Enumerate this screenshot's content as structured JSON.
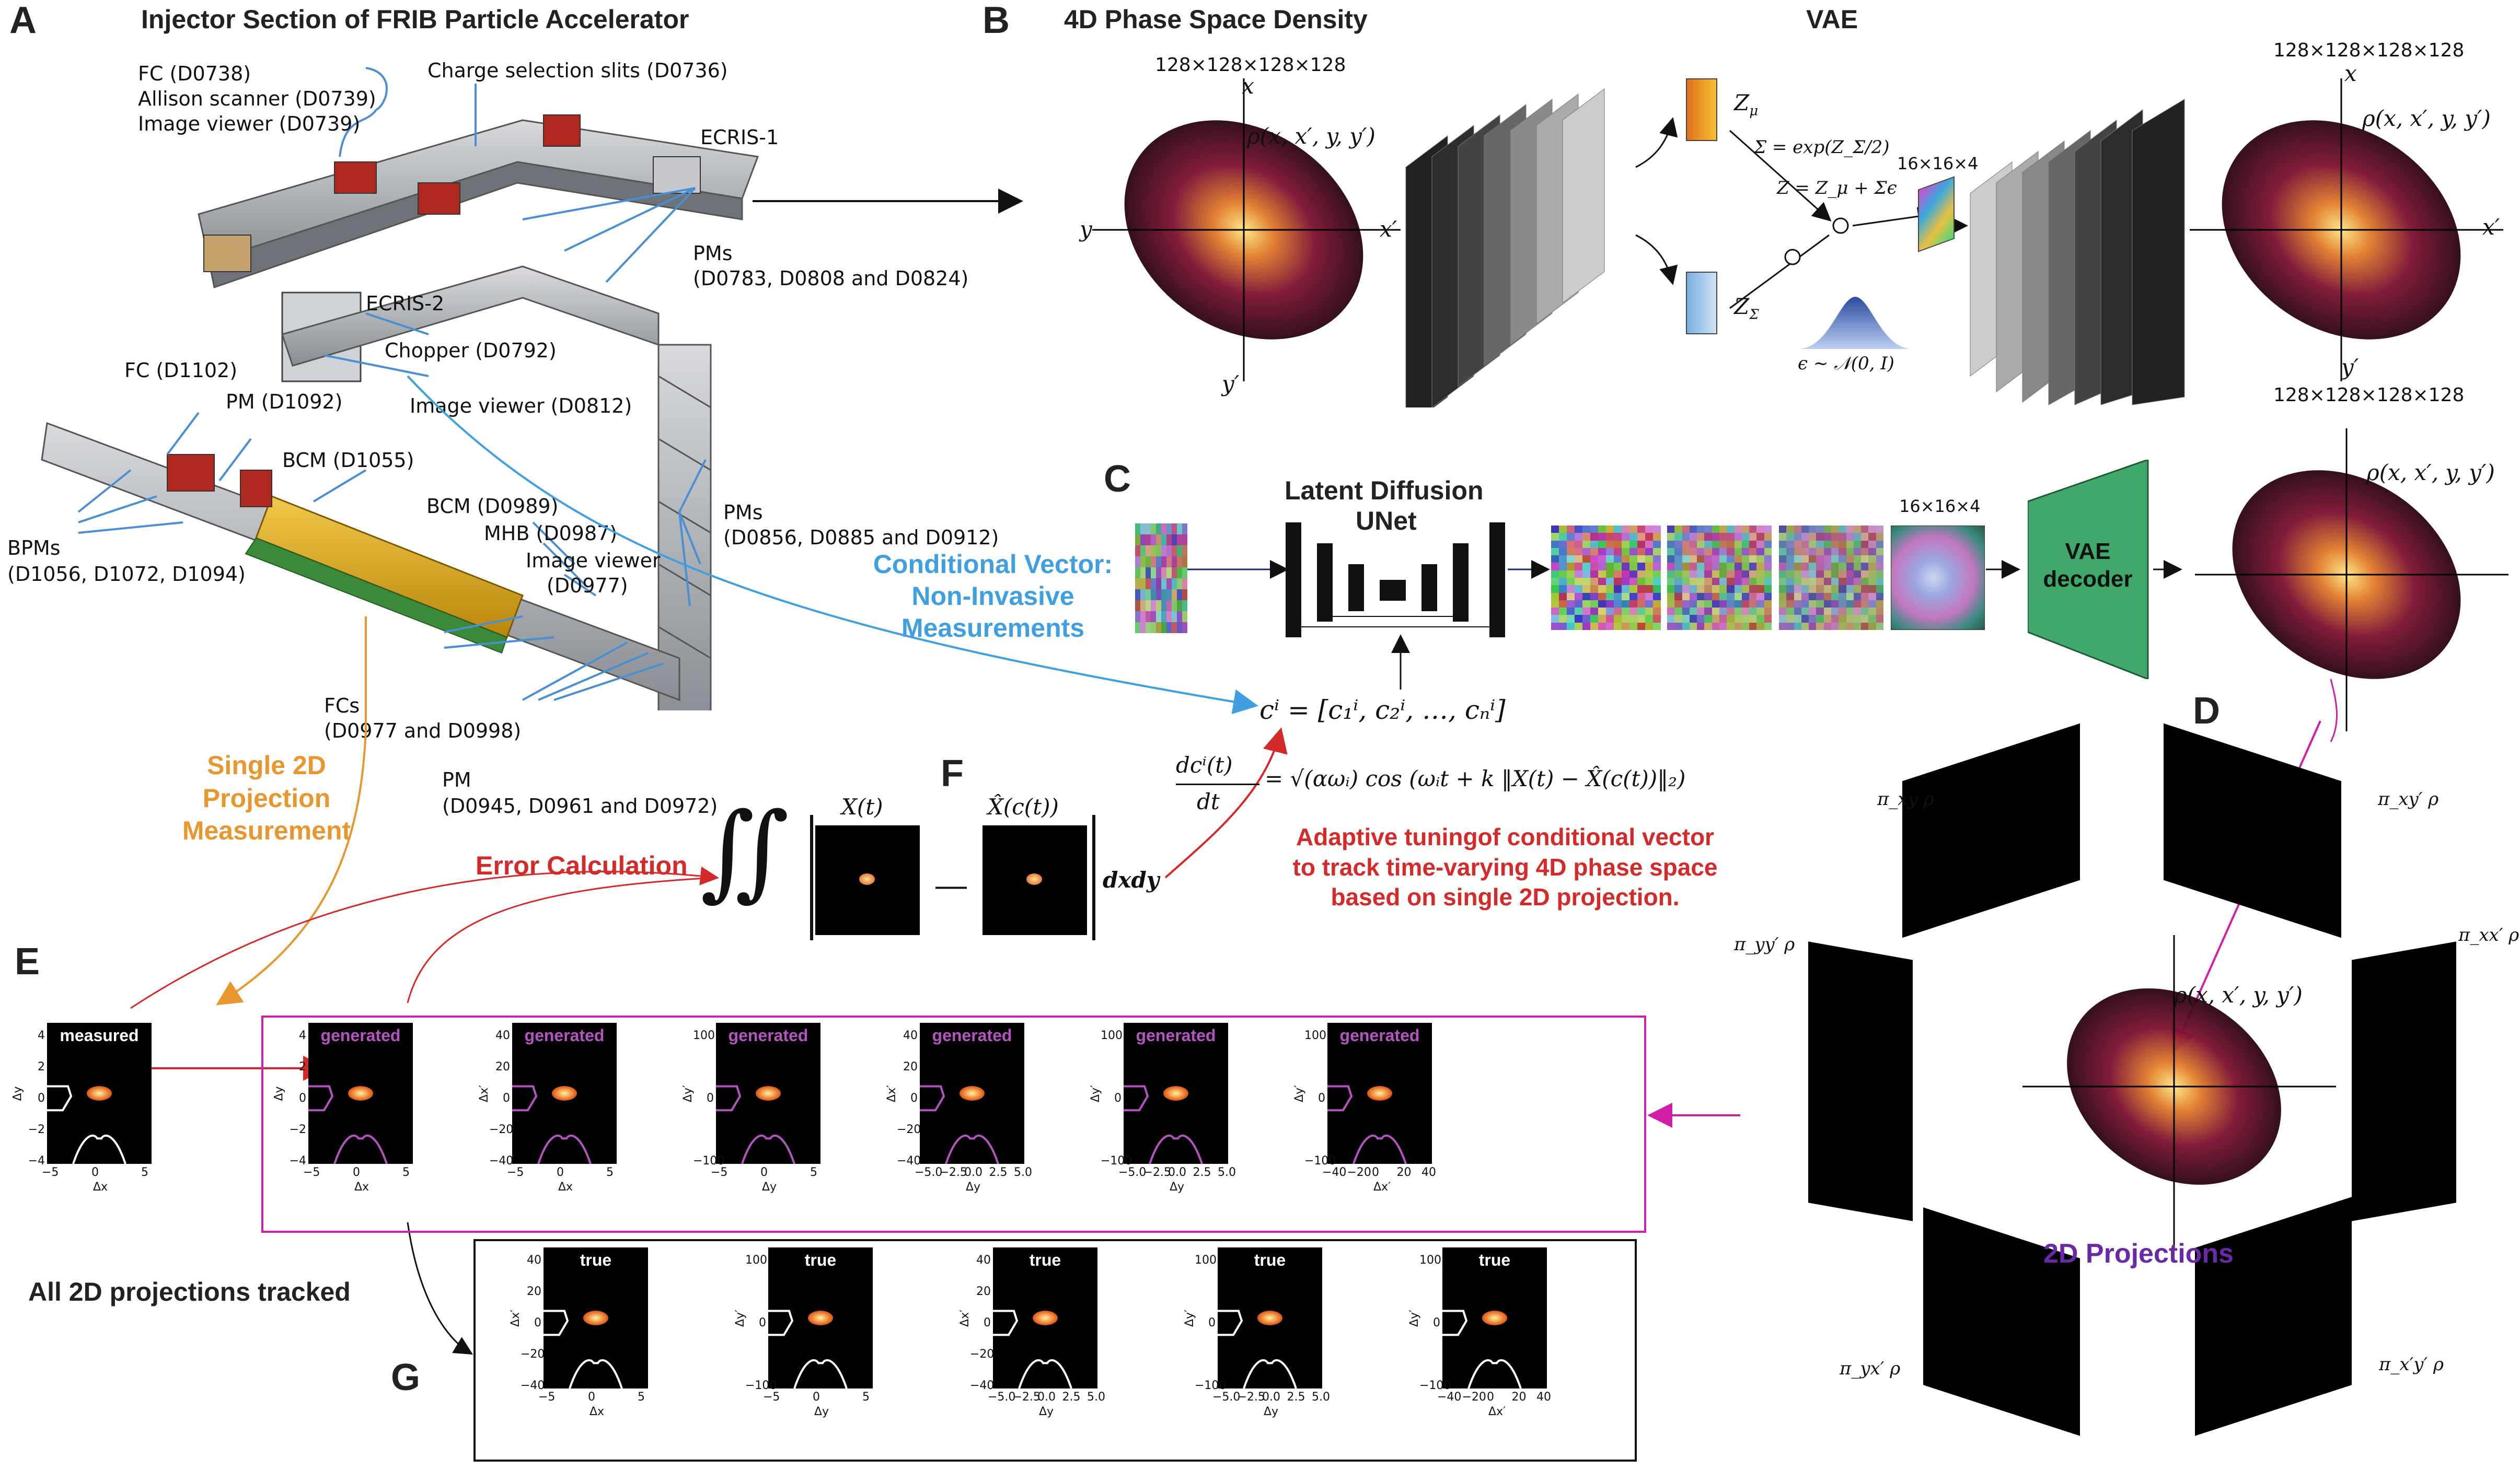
{
  "panels": {
    "A": {
      "letter": "A",
      "title": "Injector Section of FRIB Particle Accelerator",
      "labels": {
        "fc_d0738": "FC (D0738)",
        "allison": "Allison scanner (D0739)",
        "imgview_d0739": "Image viewer (D0739)",
        "slits": "Charge selection slits (D0736)",
        "ecris1": "ECRIS-1",
        "pms1": "PMs",
        "pms1_ids": "(D0783, D0808 and D0824)",
        "ecris2": "ECRIS-2",
        "chopper": "Chopper (D0792)",
        "imgview_d0812": "Image viewer (D0812)",
        "fc_d1102": "FC (D1102)",
        "pm_d1092": "PM (D1092)",
        "bcm_d1055": "BCM (D1055)",
        "bpms": "BPMs",
        "bpms_ids": "(D1056, D1072, D1094)",
        "bcm_d0989": "BCM (D0989)",
        "mhb": "MHB (D0987)",
        "imgview_d0977_a": "Image viewer",
        "imgview_d0977_b": "(D0977)",
        "pms2": "PMs",
        "pms2_ids": "(D0856, D0885 and D0912)",
        "fcs": "FCs",
        "fcs_ids": "(D0977 and D0998)",
        "pm": "PM",
        "pm_ids": "(D0945, D0961 and D0972)",
        "single_proj_1": "Single 2D",
        "single_proj_2": "Projection",
        "single_proj_3": "Measurement",
        "cond_vec_1": "Conditional Vector:",
        "cond_vec_2": "Non-Invasive",
        "cond_vec_3": "Measurements"
      }
    },
    "B": {
      "letter": "B",
      "title": "4D Phase Space Density",
      "vae_title": "VAE",
      "dim_in": "128×128×128×128",
      "dim_out": "128×128×128×128",
      "dim_out2": "128×128×128×128",
      "latent_dim": "16×16×4",
      "rho": "ρ(x, x′, y, y′)",
      "z_mu": "Z",
      "z_mu_sub": "μ",
      "z_sig": "Z",
      "z_sig_sub": "Σ",
      "sigma_eq": "Σ = exp(Z_Σ/2)",
      "z_eq": "Z = Z_μ + Σϵ",
      "eps_eq": "ϵ ∼ 𝒩(0, I)",
      "axes": {
        "x": "x",
        "xp": "x′",
        "y": "y",
        "yp": "y′"
      }
    },
    "C": {
      "letter": "C",
      "title1": "Latent Diffusion",
      "title2": "UNet",
      "latent_dim": "16×16×4",
      "decoder1": "VAE",
      "decoder2": "decoder",
      "cvec": "cⁱ = [c₁ⁱ, c₂ⁱ, …, cₙⁱ]"
    },
    "D": {
      "letter": "D",
      "caption": "2D Projections",
      "labels": {
        "pxy": "π_xy ρ",
        "pxyp": "π_xy′ ρ",
        "pyyp": "π_yy′ ρ",
        "pxxp": "π_xx′ ρ",
        "pyxp": "π_yx′ ρ",
        "pxpyp": "π_x′y′ ρ"
      }
    },
    "E": {
      "letter": "E",
      "measured": "measured",
      "generated": "generated",
      "error_title": "Error Calculation"
    },
    "F": {
      "letter": "F",
      "xt": "X(t)",
      "xhat": "X̂(c(t))",
      "dxdy": "dxdy",
      "ode_lhs_num": "dcⁱ(t)",
      "ode_lhs_den": "dt",
      "ode_rhs": "= √(αωᵢ) cos (ωᵢt + k ‖X(t) − X̂(c(t))‖₂)",
      "adaptive1": "Adaptive tuningof conditional vector",
      "adaptive2": "to track time-varying 4D phase space",
      "adaptive3": "based on single 2D projection."
    },
    "G": {
      "letter": "G",
      "true_tag": "true",
      "tracked": "All 2D projections tracked"
    }
  },
  "row_e_plots": [
    {
      "tag": "measured",
      "yl": "Δy",
      "xl": "Δx",
      "yticks": [
        "4",
        "2",
        "0",
        "−2",
        "−4"
      ],
      "xticks": [
        "−5",
        "0",
        "5"
      ]
    },
    {
      "tag": "generated",
      "yl": "Δy",
      "xl": "Δx",
      "yticks": [
        "4",
        "2",
        "0",
        "−2",
        "−4"
      ],
      "xticks": [
        "−5",
        "0",
        "5"
      ]
    },
    {
      "tag": "generated",
      "yl": "Δx′",
      "xl": "Δx",
      "yticks": [
        "40",
        "20",
        "0",
        "−20",
        "−40"
      ],
      "xticks": [
        "−5",
        "0",
        "5"
      ]
    },
    {
      "tag": "generated",
      "yl": "Δy′",
      "xl": "Δy",
      "yticks": [
        "100",
        "0",
        "−100"
      ],
      "xticks": [
        "−5",
        "0",
        "5"
      ]
    },
    {
      "tag": "generated",
      "yl": "Δx′",
      "xl": "Δy",
      "yticks": [
        "40",
        "20",
        "0",
        "−20",
        "−40"
      ],
      "xticks": [
        "−5.0",
        "−2.5",
        "0.0",
        "2.5",
        "5.0"
      ]
    },
    {
      "tag": "generated",
      "yl": "Δy′",
      "xl": "Δy",
      "yticks": [
        "100",
        "0",
        "−100"
      ],
      "xticks": [
        "−5.0",
        "−2.5",
        "0.0",
        "2.5",
        "5.0"
      ]
    },
    {
      "tag": "generated",
      "yl": "Δy′",
      "xl": "Δx′",
      "yticks": [
        "100",
        "0",
        "−100"
      ],
      "xticks": [
        "−40",
        "−20",
        "0",
        "20",
        "40"
      ]
    }
  ],
  "row_g_plots": [
    {
      "tag": "true",
      "yl": "Δx′",
      "xl": "Δx",
      "yticks": [
        "40",
        "20",
        "0",
        "−20",
        "−40"
      ],
      "xticks": [
        "−5",
        "0",
        "5"
      ]
    },
    {
      "tag": "true",
      "yl": "Δy′",
      "xl": "Δy",
      "yticks": [
        "100",
        "0",
        "−100"
      ],
      "xticks": [
        "−5",
        "0",
        "5"
      ]
    },
    {
      "tag": "true",
      "yl": "Δx′",
      "xl": "Δy",
      "yticks": [
        "40",
        "20",
        "0",
        "−20",
        "−40"
      ],
      "xticks": [
        "−5.0",
        "−2.5",
        "0.0",
        "2.5",
        "5.0"
      ]
    },
    {
      "tag": "true",
      "yl": "Δy′",
      "xl": "Δy",
      "yticks": [
        "100",
        "0",
        "−100"
      ],
      "xticks": [
        "−5.0",
        "−2.5",
        "0.0",
        "2.5",
        "5.0"
      ]
    },
    {
      "tag": "true",
      "yl": "Δy′",
      "xl": "Δx′",
      "yticks": [
        "100",
        "0",
        "−100"
      ],
      "xticks": [
        "−40",
        "−20",
        "0",
        "20",
        "40"
      ]
    }
  ],
  "colors": {
    "blue_text": "#3f9fe0",
    "orange_text": "#e8962e",
    "red_text": "#d42a2a",
    "magenta": "#d01ea8",
    "purple": "#6a2aa8",
    "green_decoder": "#3fa86a",
    "generated_tag": "#b554c0"
  }
}
